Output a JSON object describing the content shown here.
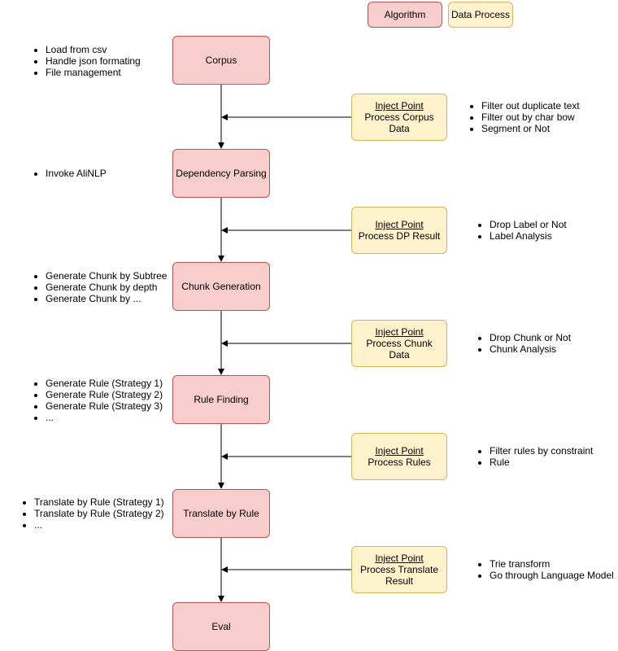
{
  "legend": {
    "algorithm": "Algorithm",
    "data_process": "Data Process"
  },
  "steps": [
    {
      "label": "Corpus",
      "notes": [
        "Load from csv",
        "Handle json formating",
        "File management"
      ]
    },
    {
      "label": "Dependency Parsing",
      "notes": [
        "Invoke AliNLP"
      ]
    },
    {
      "label": "Chunk Generation",
      "notes": [
        "Generate Chunk by Subtree",
        "Generate Chunk by depth",
        "Generate Chunk by ..."
      ]
    },
    {
      "label": "Rule Finding",
      "notes": [
        "Generate Rule (Strategy 1)",
        "Generate Rule (Strategy 2)",
        "Generate Rule (Strategy 3)",
        "..."
      ]
    },
    {
      "label": "Translate by Rule",
      "notes": [
        "Translate by Rule (Strategy 1)",
        "Translate by Rule (Strategy 2)",
        "..."
      ]
    },
    {
      "label": "Eval",
      "notes": []
    }
  ],
  "inject_points": [
    {
      "title": "Inject Point",
      "lines": [
        "Process Corpus",
        "Data"
      ],
      "notes": [
        "Filter out duplicate text",
        "Filter out by char bow",
        "Segment or Not"
      ]
    },
    {
      "title": "Inject Point",
      "lines": [
        "Process DP Result"
      ],
      "notes": [
        "Drop Label or Not",
        "Label Analysis"
      ]
    },
    {
      "title": "Inject Point",
      "lines": [
        "Process Chunk",
        "Data"
      ],
      "notes": [
        "Drop Chunk or Not",
        "Chunk Analysis"
      ]
    },
    {
      "title": "Inject Point",
      "lines": [
        "Process Rules"
      ],
      "notes": [
        "Filter rules by constraint",
        "Rule"
      ]
    },
    {
      "title": "Inject Point",
      "lines": [
        "Process Translate",
        "Result"
      ],
      "notes": [
        "Trie transform",
        "Go through Language Model"
      ]
    }
  ]
}
